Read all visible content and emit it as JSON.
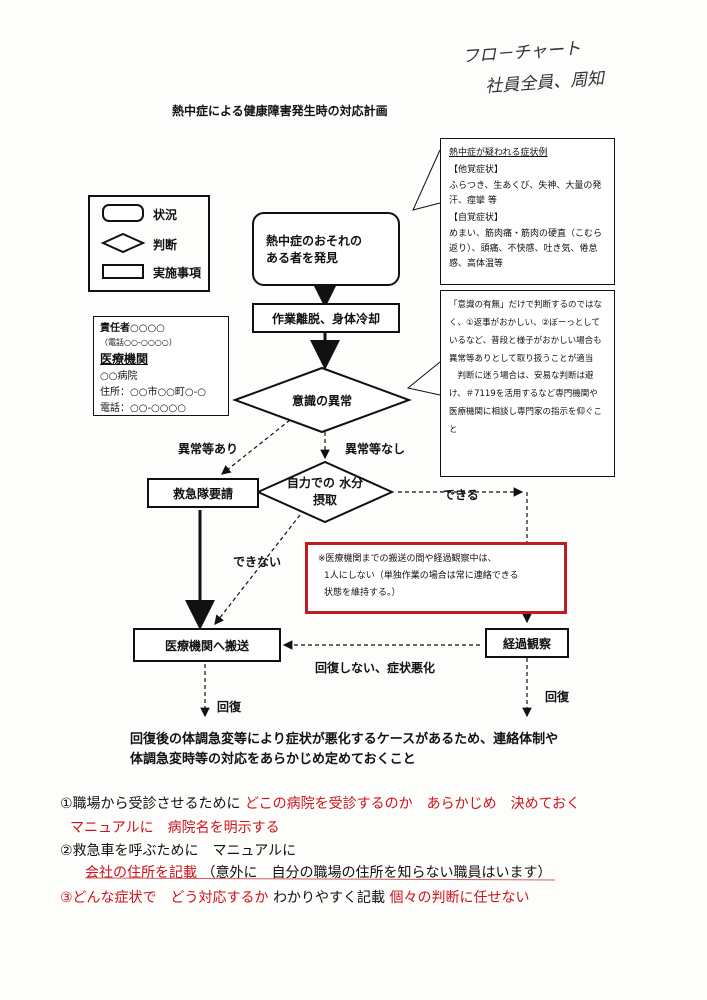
{
  "handwritten": {
    "line1": "フロ－チャート",
    "line2": "社員全員、周知"
  },
  "title": "熱中症による健康障害発生時の対応計画",
  "legend": {
    "status": "状況",
    "decision": "判断",
    "action": "実施事項"
  },
  "flow": {
    "start": "熱中症のおそれの ある者を発見",
    "cool": "作業離脱、身体冷却",
    "consciousness": "意識の異常",
    "abnormal_yes": "異常等あり",
    "abnormal_no": "異常等なし",
    "call_ambulance": "救急隊要請",
    "water_intake": "自力での 水分摂取",
    "can": "できる",
    "cannot": "できない",
    "transport": "医療機関へ搬送",
    "observe": "経過観察",
    "no_recovery": "回復しない、症状悪化",
    "recover_left": "回復",
    "recover_right": "回復"
  },
  "contact_box": {
    "manager": "責任者○○○○",
    "phone": "（電話○○-○○○○）",
    "medical_heading": "医療機関",
    "hospital": "○○病院",
    "address": "住所：○○市○○町○-○",
    "tel": "電話：○○-○○○○"
  },
  "symptom_note": {
    "heading": "熱中症が疑われる症状例",
    "other_label": "【他覚症状】",
    "other_text": "ふらつき、生あくび、失神、大量の発汗、痙攣 等",
    "self_label": "【自覚症状】",
    "self_text": "めまい、筋肉痛・筋肉の硬直（こむら返り）、頭痛、不快感、吐き気、倦怠感、高体温等"
  },
  "consciousness_note": {
    "text1": "「意識の有無」だけで判断するのではなく、①返事がおかしい、②ぼーっとしているなど、普段と様子がおかしい場合も異常等ありとして取り扱うことが適当",
    "text2": "判断に迷う場合は、安易な判断は避け、＃7119を活用するなど専門機関や医療機関に相談し専門家の指示を仰ぐこと"
  },
  "red_note": {
    "line1": "※医療機関までの搬送の間や経過観察中は、",
    "line2": "1人にしない（単独作業の場合は常に連絡できる",
    "line3": "状態を維持する。）"
  },
  "footer_note": {
    "line1": "回復後の体調急変等により症状が悪化するケースがあるため、連絡体制や",
    "line2": "体調急変時等の対応をあらかじめ定めておくこと"
  },
  "instructions": {
    "i1_black": "①職場から受診させるために",
    "i1_red": "どこの病院を受診するのか　あらかじめ　決めておく",
    "i1b_red": "マニュアルに　病院名を明示する",
    "i2_black": "②救急車を呼ぶために　マニュアルに",
    "i2b_red": "会社の住所を記載",
    "i2b_black": "（意外に　自分の職場の住所を知らない職員はいます）",
    "i3_red1": "③どんな症状で　どう対応するか",
    "i3_black": "わかりやすく記載",
    "i3_red2": "個々の判断に任せない"
  },
  "colors": {
    "accent_red": "#d0121b",
    "box_red": "#c01c22"
  }
}
